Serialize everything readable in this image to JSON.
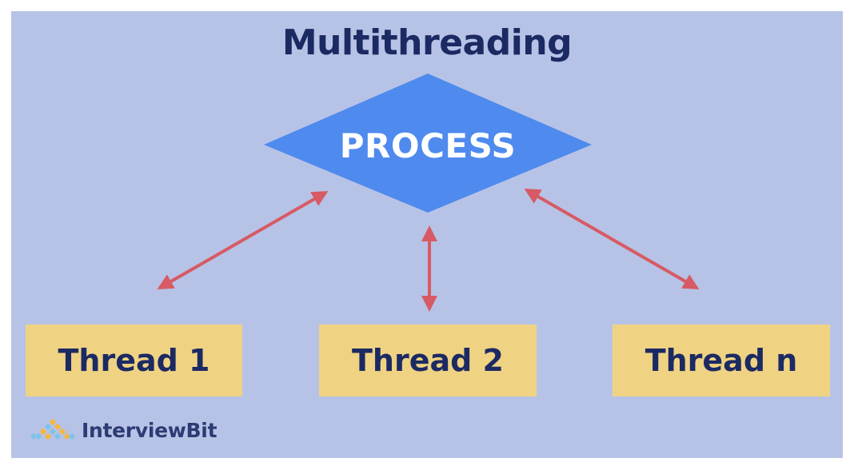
{
  "title": "Multithreading",
  "process": {
    "label": "PROCESS"
  },
  "threads": [
    {
      "label": "Thread 1"
    },
    {
      "label": "Thread 2"
    },
    {
      "label": "Thread n"
    }
  ],
  "brand": {
    "name": "InterviewBit",
    "icon": "pyramid-logo-icon"
  },
  "colors": {
    "background": "#b7c3e6",
    "process": "#4f8aee",
    "thread": "#efd383",
    "arrow": "#d75a64",
    "text_dark": "#1c2a63"
  }
}
